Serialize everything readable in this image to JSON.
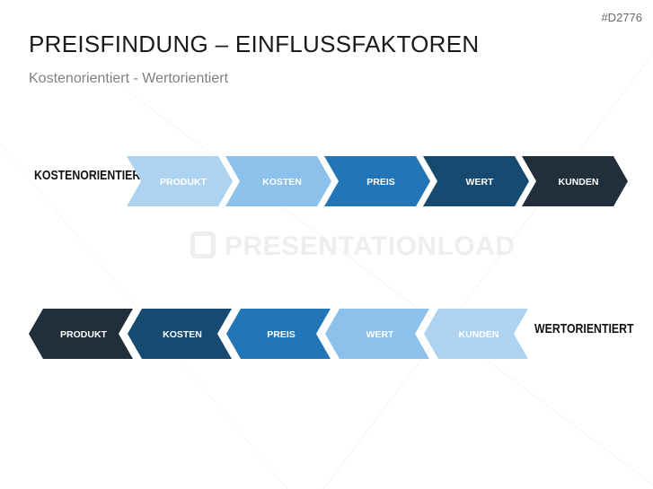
{
  "header": {
    "code": "#D2776",
    "title": "PREISFINDUNG – EINFLUSSFAKTOREN",
    "subtitle": "Kostenorientiert - Wertorientiert"
  },
  "watermark": {
    "text": "PRESENTATIONLOAD"
  },
  "rows": [
    {
      "label": "KOSTENORIENTIERT",
      "direction": "right",
      "steps": [
        {
          "text": "PRODUKT",
          "color": "#aed3f1",
          "text_color": "#ffffff"
        },
        {
          "text": "KOSTEN",
          "color": "#8bc1ea",
          "text_color": "#ffffff"
        },
        {
          "text": "PREIS",
          "color": "#2276b8",
          "text_color": "#ffffff"
        },
        {
          "text": "WERT",
          "color": "#164a71",
          "text_color": "#ffffff"
        },
        {
          "text": "KUNDEN",
          "color": "#212e3c",
          "text_color": "#ffffff"
        }
      ]
    },
    {
      "label": "WERTORIENTIERT",
      "direction": "left",
      "steps": [
        {
          "text": "PRODUKT",
          "color": "#212e3c",
          "text_color": "#ffffff"
        },
        {
          "text": "KOSTEN",
          "color": "#164a71",
          "text_color": "#ffffff"
        },
        {
          "text": "PREIS",
          "color": "#2276b8",
          "text_color": "#ffffff"
        },
        {
          "text": "WERT",
          "color": "#8bc1ea",
          "text_color": "#ffffff"
        },
        {
          "text": "KUNDEN",
          "color": "#aed3f1",
          "text_color": "#ffffff"
        }
      ]
    }
  ]
}
